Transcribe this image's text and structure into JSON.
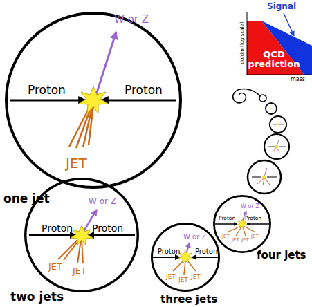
{
  "diagram": {
    "nodes": [
      {
        "text": [
          "W or Z",
          "Proton",
          "Proton",
          "JET",
          "one jet"
        ]
      },
      {
        "text": [
          "W or Z",
          "Proton",
          "Proton",
          "JET",
          "JET",
          "two jets"
        ]
      },
      {
        "text": [
          "W or Z",
          "Proton",
          "Proton",
          "JET",
          "JET",
          "JET",
          "three jets"
        ]
      },
      {
        "text": [
          "W or Z",
          "Proton",
          "Proton",
          "JET",
          "JET",
          "JET",
          "JET",
          "four jets"
        ]
      }
    ],
    "labels": [
      "Signal",
      "dσ/dm [log scale]",
      "QCD prediction",
      "mass"
    ]
  }
}
